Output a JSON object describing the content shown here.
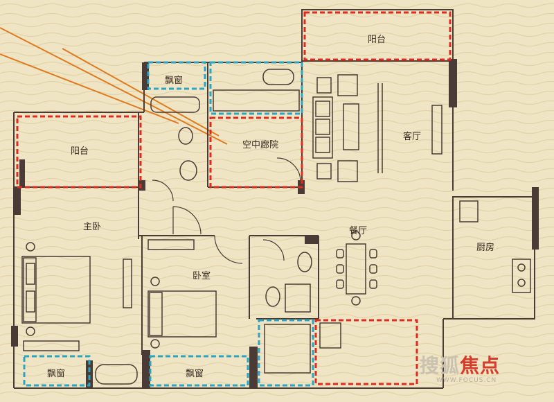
{
  "rooms": {
    "balcony_top": "阳台",
    "bay_window_top": "飘窗",
    "living_room": "客厅",
    "balcony_left": "阳台",
    "sky_courtyard": "空中廊院",
    "master_bedroom": "主卧",
    "dining_room": "餐厅",
    "kitchen": "厨房",
    "bedroom": "卧室",
    "bay_window_bottom_left": "飘窗",
    "bay_window_bottom_mid": "飘窗"
  },
  "watermark": {
    "brand_gray": "搜狐",
    "brand_red": "焦点",
    "url": "WWW.FOCUS.CN"
  },
  "colors": {
    "background": "#efe4c3",
    "wall": "#4a3b36",
    "red_outline": "#e02a20",
    "blue_outline": "#2aa6c4",
    "arrow_orange": "#e07a1e"
  }
}
